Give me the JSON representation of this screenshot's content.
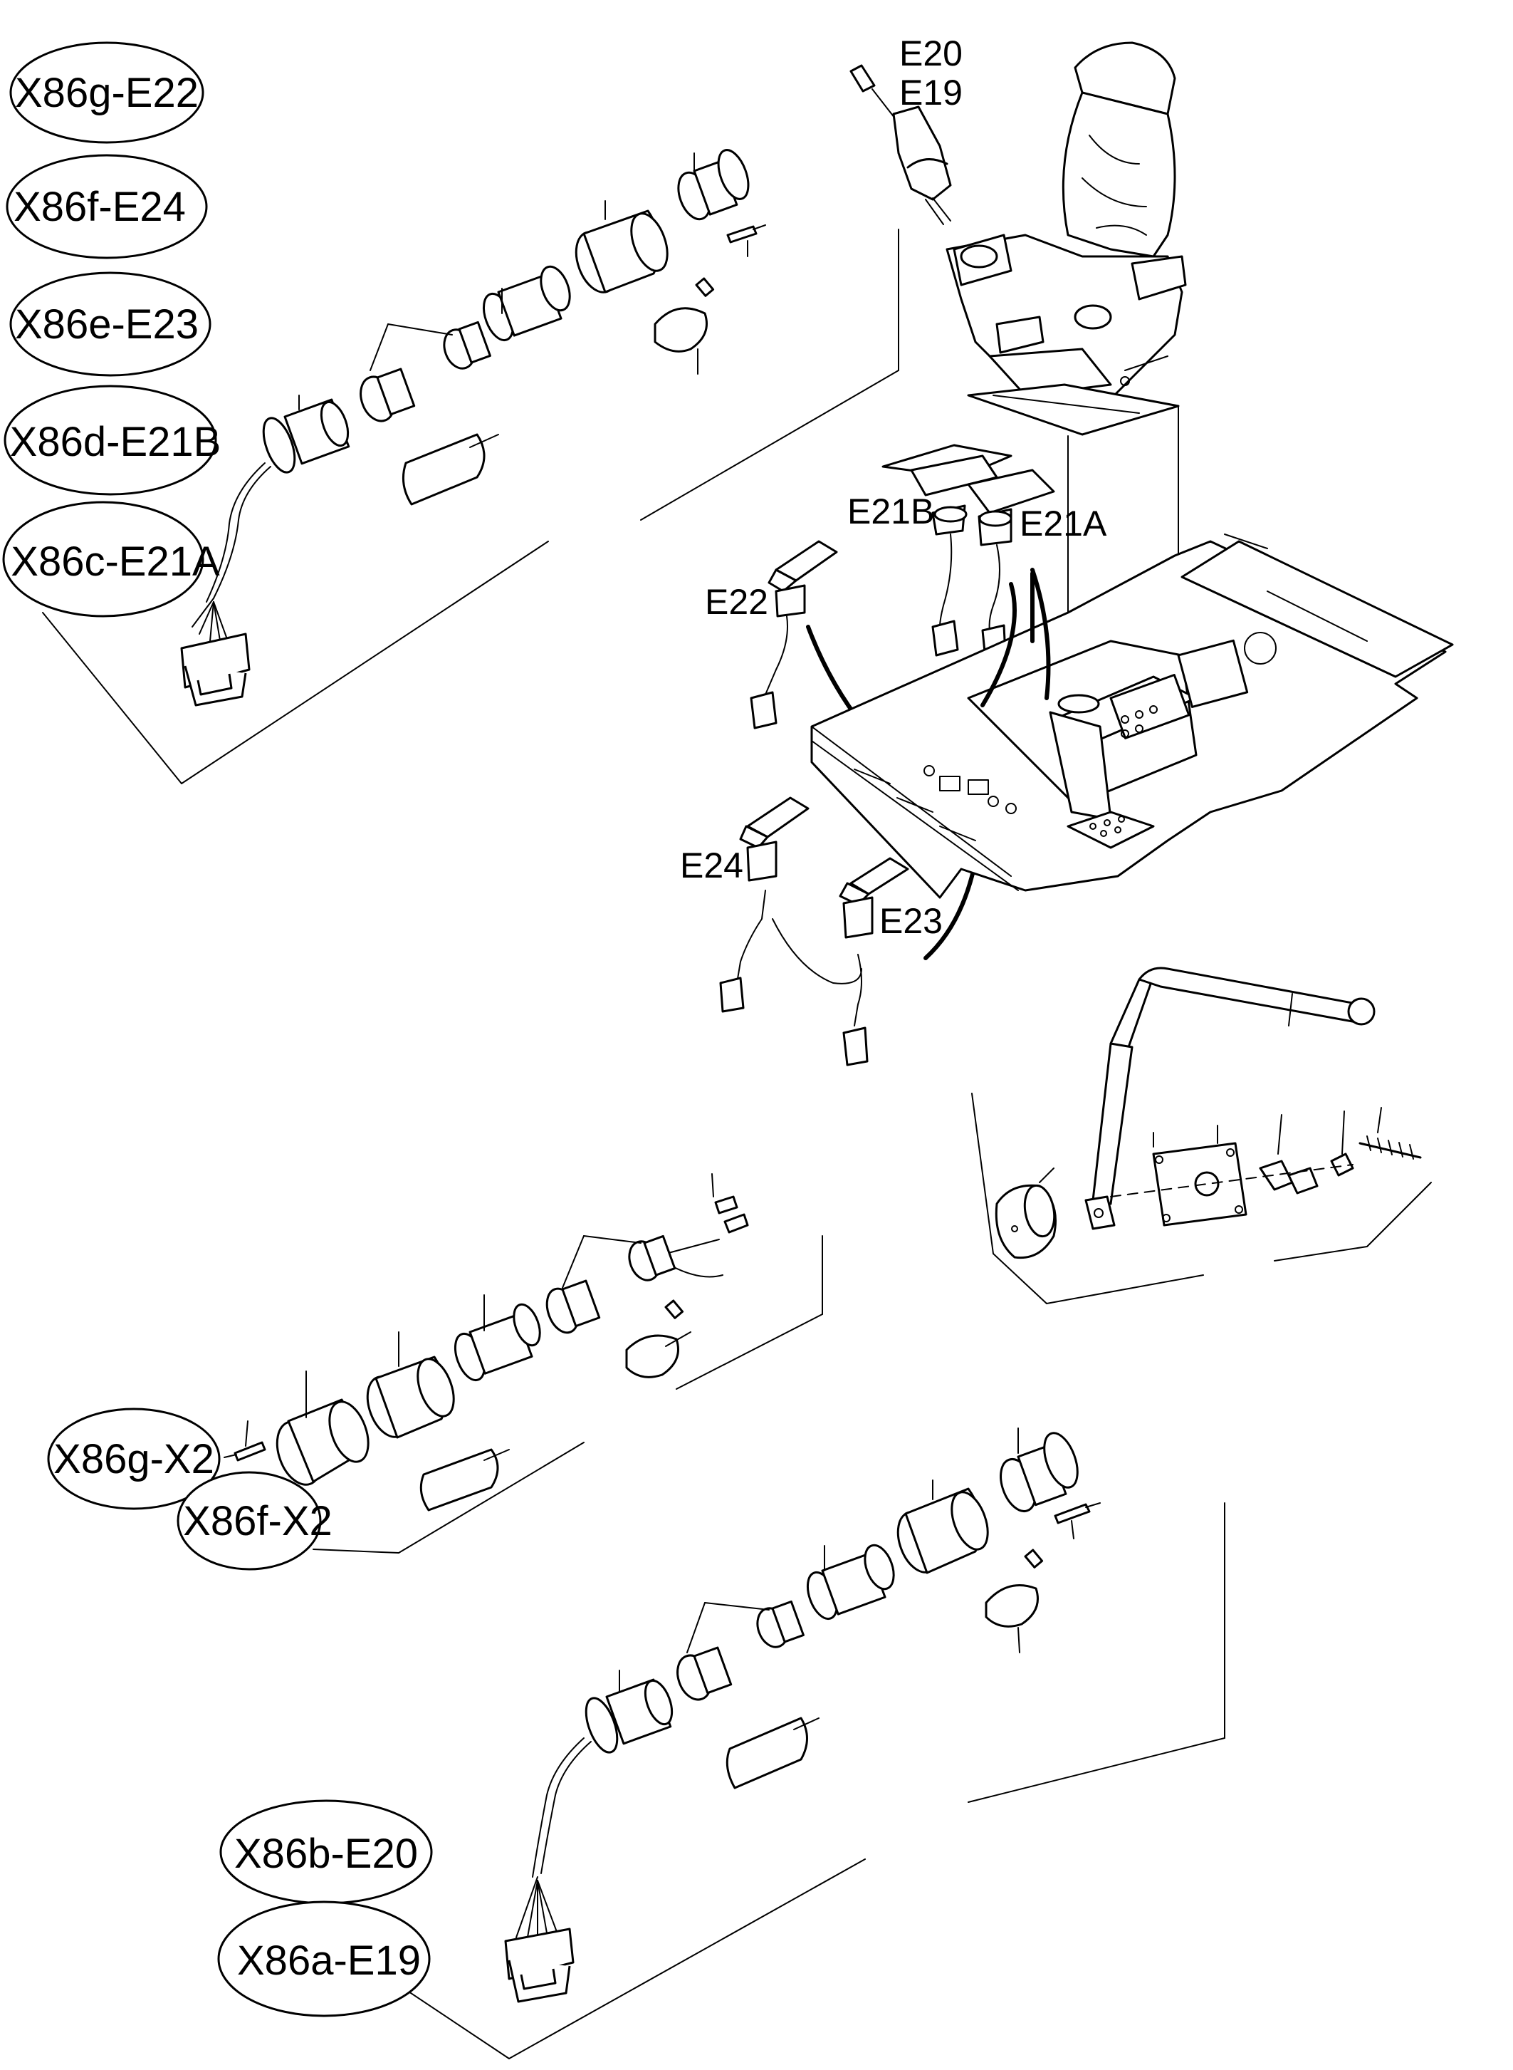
{
  "callouts_top": [
    "X86g-E22",
    "X86f-E24",
    "X86e-E23",
    "X86d-E21B",
    "X86c-E21A"
  ],
  "callouts_mid": [
    "X86g-X2",
    "X86f-X2"
  ],
  "callouts_bottom": [
    "X86b-E20",
    "X86a-E19"
  ],
  "component_tags": {
    "e20": "E20",
    "e19": "E19",
    "e21b": "E21B",
    "e21a": "E21A",
    "e22": "E22",
    "e24": "E24",
    "e23": "E23"
  }
}
